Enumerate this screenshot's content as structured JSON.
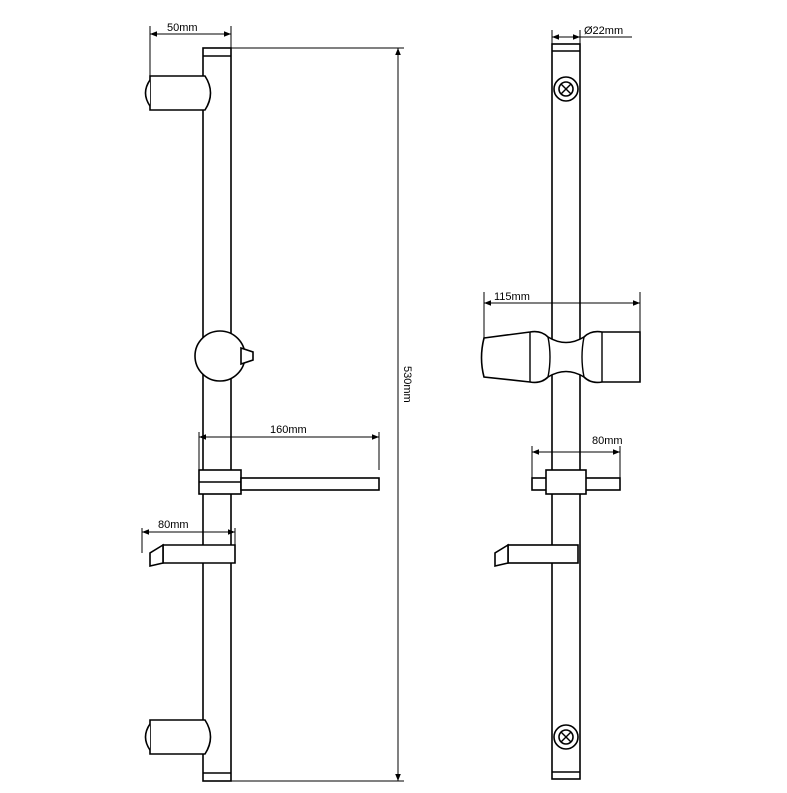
{
  "drawing": {
    "labels": {
      "wall_offset": "50mm",
      "rail_height": "530mm",
      "soap_dish_width": "160mm",
      "hook_depth_side": "80mm",
      "rail_diameter": "Ø22mm",
      "slider_width": "115mm",
      "holder_width_front": "80mm"
    }
  }
}
